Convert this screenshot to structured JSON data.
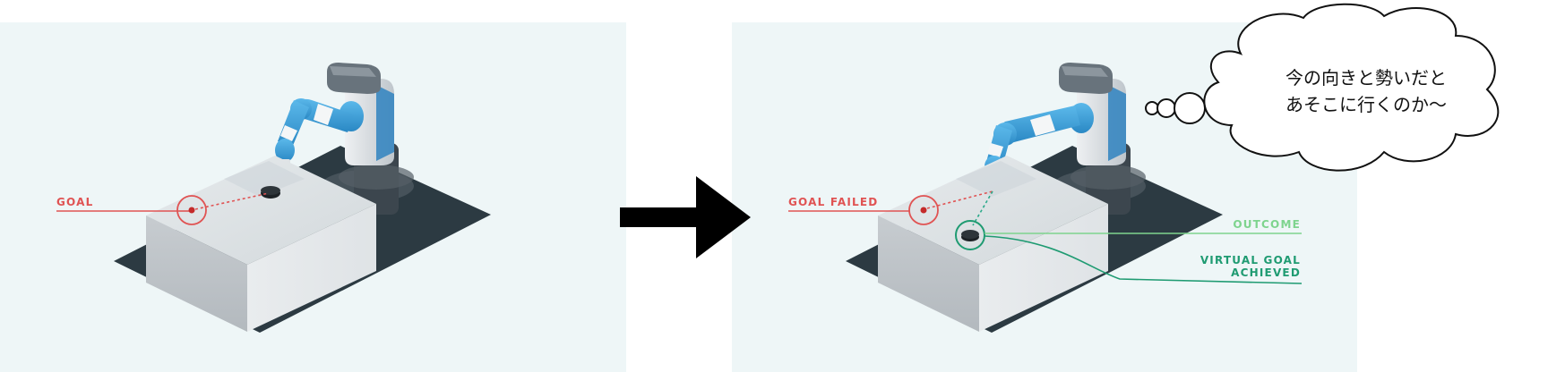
{
  "panels": {
    "left": {
      "goal_label": "GOAL"
    },
    "right": {
      "goal_failed_label": "GOAL FAILED",
      "outcome_label": "OUTCOME",
      "virtual_goal_line1": "VIRTUAL GOAL",
      "virtual_goal_line2": "ACHIEVED"
    }
  },
  "thought_bubble": {
    "line1": "今の向きと勢いだと",
    "line2": "あそこに行くのか〜"
  },
  "colors": {
    "panel_bg": "#eef6f7",
    "goal_red": "#e05353",
    "outcome_light_green": "#7ed48e",
    "virtual_goal_dark_green": "#1f9b72",
    "robot_blue": "#3aa0d8",
    "arrow": "#000000"
  },
  "icons": [
    "robot-arm-icon",
    "puck-icon",
    "goal-marker-icon",
    "right-arrow-icon",
    "thought-bubble-icon"
  ]
}
